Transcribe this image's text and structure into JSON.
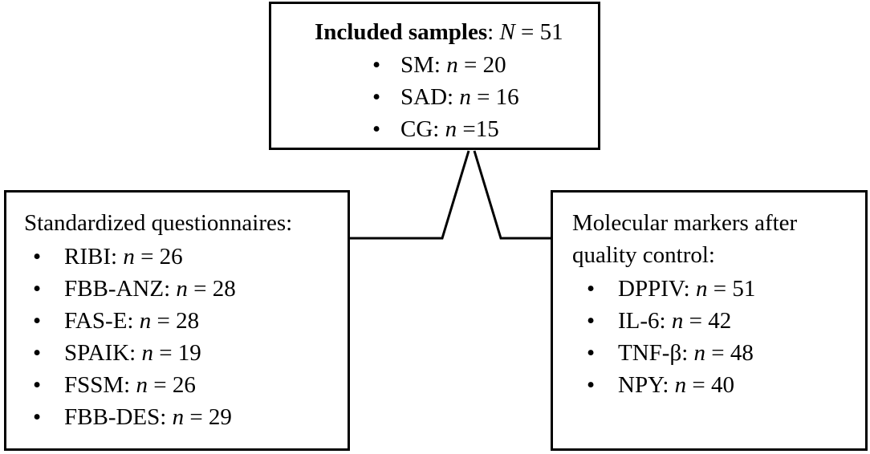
{
  "top_box": {
    "title_bold": "Included samples",
    "title_sep": ": ",
    "title_var": "N",
    "title_value": " = 51",
    "items": [
      {
        "label": "SM: ",
        "var": "n",
        "value": " = 20"
      },
      {
        "label": "SAD: ",
        "var": "n",
        "value": " = 16"
      },
      {
        "label": "CG: ",
        "var": "n",
        "value": " =15"
      }
    ]
  },
  "left_box": {
    "title": "Standardized questionnaires:",
    "items": [
      {
        "label": "RIBI: ",
        "var": "n",
        "value": " = 26"
      },
      {
        "label": "FBB-ANZ: ",
        "var": "n",
        "value": " = 28"
      },
      {
        "label": "FAS-E: ",
        "var": "n",
        "value": " = 28"
      },
      {
        "label": "SPAIK: ",
        "var": "n",
        "value": " = 19"
      },
      {
        "label": "FSSM: ",
        "var": "n",
        "value": " = 26"
      },
      {
        "label": "FBB-DES: ",
        "var": "n",
        "value": " = 29"
      }
    ]
  },
  "right_box": {
    "title_line1": "Molecular markers after",
    "title_line2": "quality control:",
    "items": [
      {
        "label": "DPPIV: ",
        "var": "n",
        "value": " = 51"
      },
      {
        "label": "IL-6: ",
        "var": "n",
        "value": " = 42"
      },
      {
        "label": "TNF-β: ",
        "var": "n",
        "value": " = 48"
      },
      {
        "label": "NPY: ",
        "var": "n",
        "value": " = 40"
      }
    ]
  },
  "bullet_char": "•"
}
